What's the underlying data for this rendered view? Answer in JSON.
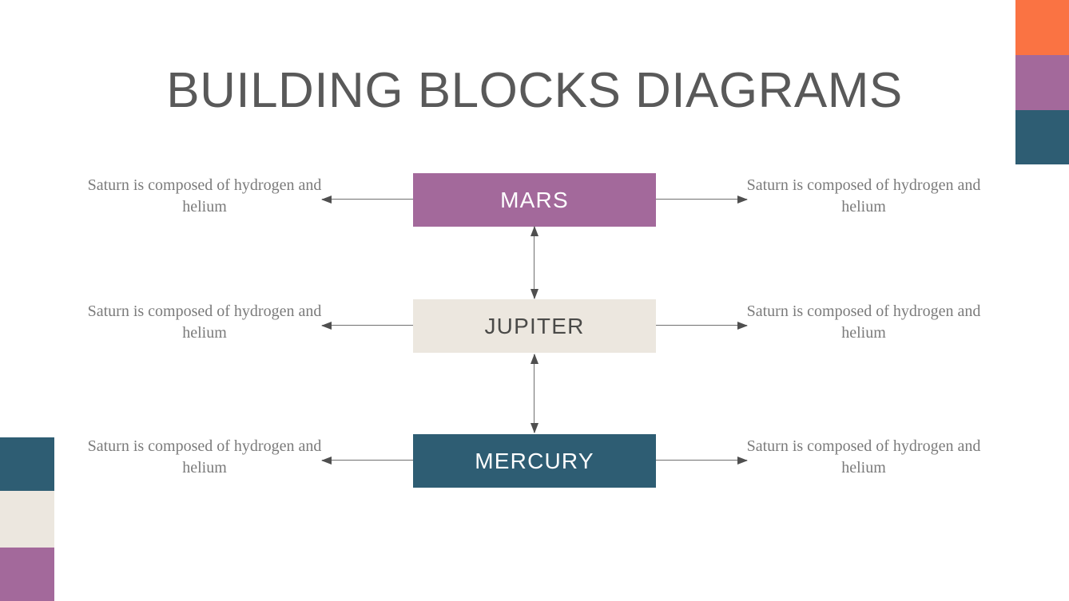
{
  "slide": {
    "title": "BUILDING BLOCKS DIAGRAMS",
    "background_color": "#ffffff",
    "title_color": "#595959"
  },
  "palette": {
    "orange": "#fa7343",
    "purple": "#a3699b",
    "teal": "#2e5d73",
    "cream": "#ece7df",
    "text_gray": "#7b7b7b",
    "arrow_gray": "#6f6f6f"
  },
  "decorations": {
    "top_right": [
      {
        "name": "orange-block",
        "color": "#fa7343"
      },
      {
        "name": "purple-block",
        "color": "#a3699b"
      },
      {
        "name": "teal-block",
        "color": "#2e5d73"
      }
    ],
    "bottom_left": [
      {
        "name": "teal-block",
        "color": "#2e5d73"
      },
      {
        "name": "cream-block",
        "color": "#ece7df"
      },
      {
        "name": "purple-block",
        "color": "#a3699b"
      }
    ]
  },
  "rows": [
    {
      "id": "mars",
      "block_label": "MARS",
      "block_color": "#a3699b",
      "block_text_color": "#ffffff",
      "left_text": "Saturn is composed of hydrogen and helium",
      "right_text": "Saturn is composed of hydrogen and helium",
      "left_arrow_icon": "arrow-left-icon",
      "right_arrow_icon": "arrow-right-icon"
    },
    {
      "id": "jupiter",
      "block_label": "JUPITER",
      "block_color": "#ece7df",
      "block_text_color": "#4a4a48",
      "left_text": "Saturn is composed of hydrogen and helium",
      "right_text": "Saturn is composed of hydrogen and helium",
      "left_arrow_icon": "arrow-left-icon",
      "right_arrow_icon": "arrow-right-icon"
    },
    {
      "id": "mercury",
      "block_label": "MERCURY",
      "block_color": "#2e5d73",
      "block_text_color": "#ffffff",
      "left_text": "Saturn is composed of hydrogen and helium",
      "right_text": "Saturn is composed of hydrogen and helium",
      "left_arrow_icon": "arrow-left-icon",
      "right_arrow_icon": "arrow-right-icon"
    }
  ],
  "connectors": [
    {
      "id": "mars-jupiter",
      "icon": "arrow-up-down-icon"
    },
    {
      "id": "jupiter-mercury",
      "icon": "arrow-up-down-icon"
    }
  ]
}
